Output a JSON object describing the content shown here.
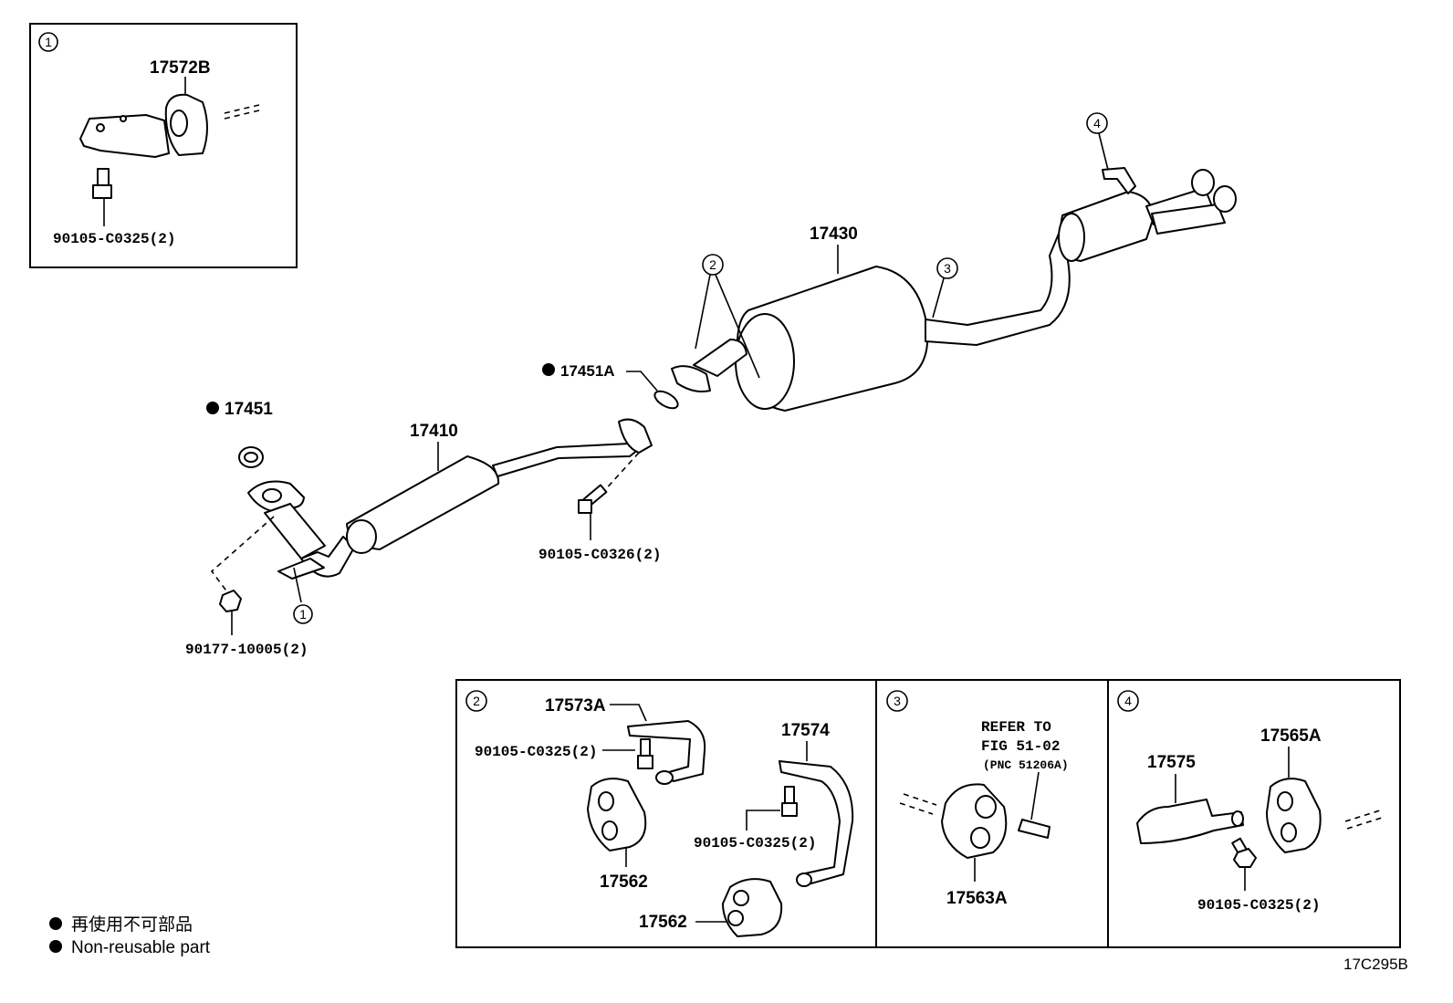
{
  "callouts": {
    "c1": "1",
    "c2": "2",
    "c3": "3",
    "c4": "4"
  },
  "inset1": {
    "part": "17572B",
    "bolt": "90105-C0325(2)"
  },
  "main": {
    "gasket_front": "17451",
    "front_pipe": "17410",
    "gasket_center": "17451A",
    "tail_pipe": "17430",
    "bolt_flange": "90105-C0326(2)",
    "nut": "90177-10005(2)"
  },
  "inset2": {
    "bracket_a": "17573A",
    "bolt_a": "90105-C0325(2)",
    "bracket_b": "17574",
    "bolt_b": "90105-C0325(2)",
    "hanger_1": "17562",
    "hanger_2": "17562"
  },
  "inset3": {
    "ref_line1": "REFER TO",
    "ref_line2": "FIG 51-02",
    "ref_line3": "(PNC 51206A)",
    "hanger": "17563A"
  },
  "inset4": {
    "bracket": "17575",
    "hanger": "17565A",
    "bolt": "90105-C0325(2)"
  },
  "legend": {
    "line1": "再使用不可部品",
    "line2": "Non-reusable part"
  },
  "figure_code": "17C295B"
}
